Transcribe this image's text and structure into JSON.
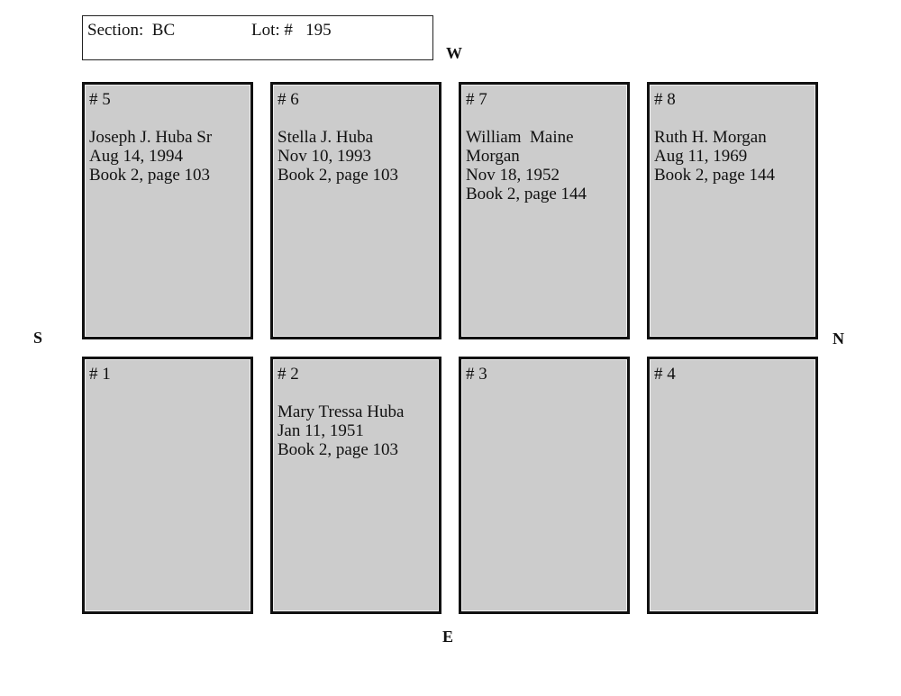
{
  "header": {
    "section_label": "Section:  BC",
    "lot_label": "Lot: #   195"
  },
  "compass": {
    "west": "W",
    "south": "S",
    "north": "N",
    "east": "E"
  },
  "plots": [
    {
      "number": "# 5",
      "lines": [
        "Joseph J. Huba Sr",
        "Aug 14, 1994",
        "Book 2, page 103"
      ]
    },
    {
      "number": "# 6",
      "lines": [
        "Stella J. Huba",
        "Nov 10, 1993",
        "Book 2, page 103"
      ]
    },
    {
      "number": "# 7",
      "lines": [
        "William  Maine",
        "Morgan",
        "Nov 18, 1952",
        "Book 2, page 144"
      ]
    },
    {
      "number": "# 8",
      "lines": [
        "Ruth H. Morgan",
        "Aug 11, 1969",
        "Book 2, page 144"
      ]
    },
    {
      "number": "# 1",
      "lines": []
    },
    {
      "number": "# 2",
      "lines": [
        "Mary Tressa Huba",
        "Jan 11, 1951",
        "Book 2, page 103"
      ]
    },
    {
      "number": "# 3",
      "lines": []
    },
    {
      "number": "# 4",
      "lines": []
    }
  ]
}
